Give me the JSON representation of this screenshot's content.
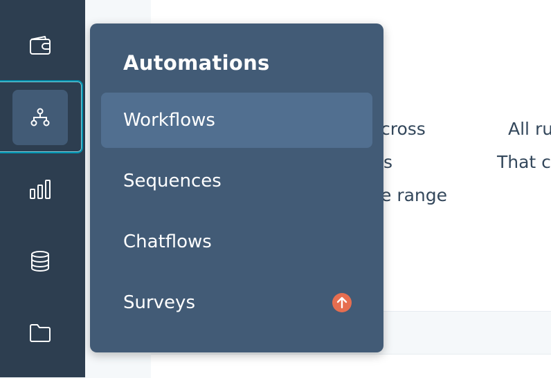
{
  "background": {
    "fragments": [
      {
        "text": "cross"
      },
      {
        "text": "All ru"
      },
      {
        "text": "s"
      },
      {
        "text": "That c"
      },
      {
        "text": "e range"
      }
    ]
  },
  "rail": {
    "items": [
      {
        "icon": "wallet-icon",
        "active": false
      },
      {
        "icon": "workflow-icon",
        "active": true
      },
      {
        "icon": "bar-chart-icon",
        "active": false
      },
      {
        "icon": "database-icon",
        "active": false
      },
      {
        "icon": "folder-icon",
        "active": false
      }
    ]
  },
  "flyout": {
    "title": "Automations",
    "items": [
      {
        "label": "Workflows",
        "selected": true
      },
      {
        "label": "Sequences",
        "selected": false
      },
      {
        "label": "Chatflows",
        "selected": false
      },
      {
        "label": "Surveys",
        "selected": false,
        "badge": "upgrade-arrow-icon"
      }
    ]
  },
  "colors": {
    "rail": "#2d3e50",
    "flyout": "#425b76",
    "selected_item": "#516f90",
    "badge": "#e66e50",
    "focus_ring": "#0091ae"
  }
}
